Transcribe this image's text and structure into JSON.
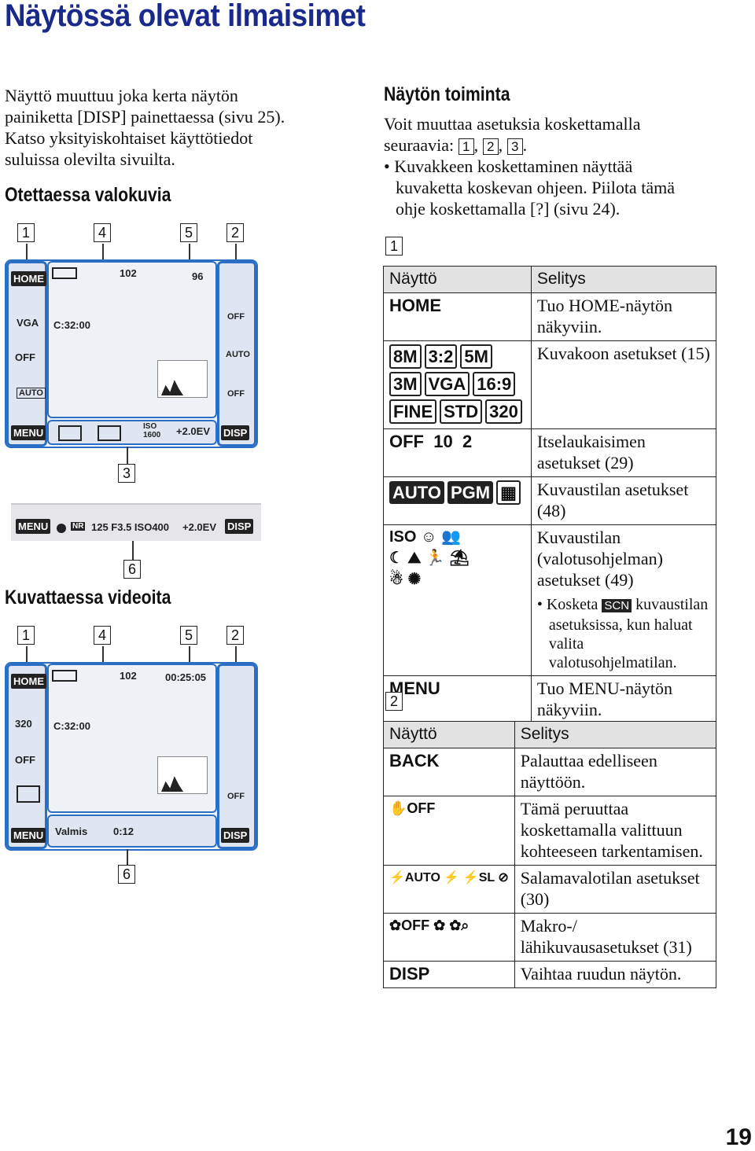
{
  "page_title": "Näytössä olevat ilmaisimet",
  "intro": [
    "Näyttö muuttuu joka kerta näytön",
    "painiketta [DISP] painettaessa (sivu 25).",
    "Katso yksityiskohtaiset käyttötiedot",
    "suluissa olevilta sivuilta."
  ],
  "photo_heading": "Otettaessa valokuvia",
  "video_heading": "Kuvattaessa videoita",
  "labels": {
    "l1": "1",
    "l2": "2",
    "l3": "3",
    "l4": "4",
    "l5": "5",
    "l6": "6"
  },
  "photo_screen": {
    "left": [
      "HOME",
      "VGA",
      "OFF",
      "AUTO",
      "MENU"
    ],
    "right": [
      "OFF",
      "AUTO",
      "OFF",
      "DISP"
    ],
    "count": "96",
    "time": "C:32:00",
    "folder": "102",
    "bottom": [
      "ISO",
      "1600",
      "+2.0EV"
    ]
  },
  "photo_bar": {
    "menu": "MENU",
    "nr": "NR",
    "values": "125 F3.5 ISO400",
    "ev": "+2.0EV",
    "disp": "DISP"
  },
  "video_screen": {
    "left": [
      "HOME",
      "320",
      "OFF",
      "MENU"
    ],
    "right": [
      "OFF",
      "DISP"
    ],
    "rec_time": "00:25:05",
    "time": "C:32:00",
    "folder": "102",
    "status": "Valmis",
    "elapsed": "0:12"
  },
  "right_heading": "Näytön toiminta",
  "right_intro": [
    "Voit muuttaa asetuksia koskettamalla",
    "seuraavia:"
  ],
  "right_bullet": [
    "Kuvakkeen koskettaminen näyttää",
    "kuvaketta koskevan ohjeen. Piilota tämä",
    "ohje koskettamalla [?] (sivu 24)."
  ],
  "table1": {
    "headers": [
      "Näyttö",
      "Selitys"
    ],
    "rows": [
      {
        "disp": "HOME",
        "desc": "Tuo HOME-näytön näkyviin."
      },
      {
        "icons": [
          "8M",
          "3:2",
          "5M",
          "3M",
          "VGA",
          "16:9",
          "FINE",
          "STD",
          "320"
        ],
        "desc": "Kuvakoon asetukset (15)"
      },
      {
        "icons": [
          "OFF",
          "10",
          "2"
        ],
        "desc": "Itselaukaisimen asetukset (29)"
      },
      {
        "icons": [
          "AUTO",
          "PGM"
        ],
        "desc": "Kuvaustilan asetukset (48)"
      },
      {
        "icons": [
          "ISO"
        ],
        "desc": "Kuvaustilan (valotusohjelman) asetukset (49)",
        "note_pre": "Kosketa",
        "note_scn": "SCN",
        "note_post": "kuvaustilan asetuksissa, kun haluat valita valotusohjelmatilan."
      },
      {
        "disp": "MENU",
        "desc": "Tuo MENU-näytön näkyviin."
      }
    ]
  },
  "table2": {
    "headers": [
      "Näyttö",
      "Selitys"
    ],
    "rows": [
      {
        "disp": "BACK",
        "desc": "Palauttaa edelliseen näyttöön."
      },
      {
        "icons": [
          "OFF"
        ],
        "desc": "Tämä peruuttaa koskettamalla valittuun kohteeseen tarkentamisen."
      },
      {
        "icons": [
          "AUTO",
          "SL"
        ],
        "desc": "Salamavalotilan asetukset (30)"
      },
      {
        "icons": [
          "OFF"
        ],
        "desc": "Makro-/ lähikuvausasetukset (31)"
      },
      {
        "disp": "DISP",
        "desc": "Vaihtaa ruudun näytön."
      }
    ]
  },
  "page_number": "19",
  "colors": {
    "accent": "#2b6fc4",
    "title": "#1a2a8a"
  }
}
